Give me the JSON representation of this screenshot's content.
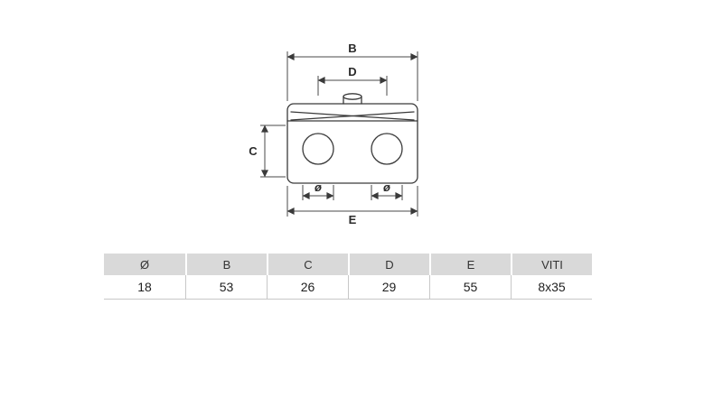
{
  "drawing": {
    "labels": {
      "b": "B",
      "d": "D",
      "c": "C",
      "dia_left": "ø",
      "dia_right": "ø",
      "e": "E"
    }
  },
  "table": {
    "headers": [
      "Ø",
      "B",
      "C",
      "D",
      "E",
      "VITI"
    ],
    "values": [
      "18",
      "53",
      "26",
      "29",
      "55",
      "8x35"
    ]
  }
}
